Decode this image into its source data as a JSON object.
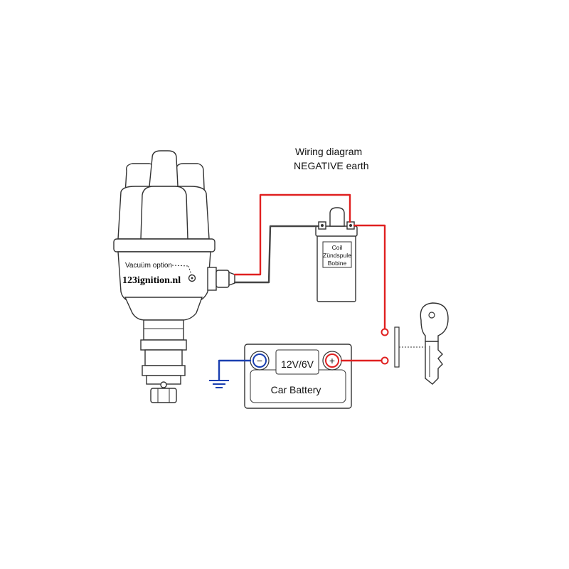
{
  "title": {
    "line1": "Wiring diagram",
    "line2": "NEGATIVE earth"
  },
  "distributor": {
    "vacuum_label": "Vacuüm option",
    "brand_label": "123ignition.nl"
  },
  "coil": {
    "line1": "Coil",
    "line2": "Zündspule",
    "line3": "Bobine"
  },
  "battery": {
    "voltage_label": "12V/6V",
    "name_label": "Car Battery",
    "negative_symbol": "−",
    "positive_symbol": "+"
  },
  "colors": {
    "positive_wire": "#e02020",
    "signal_wire": "#444444",
    "earth_wire": "#1a3fb0",
    "outline": "#333333"
  },
  "icons": {
    "ignition_key": "key-icon",
    "earth": "ground-icon"
  }
}
